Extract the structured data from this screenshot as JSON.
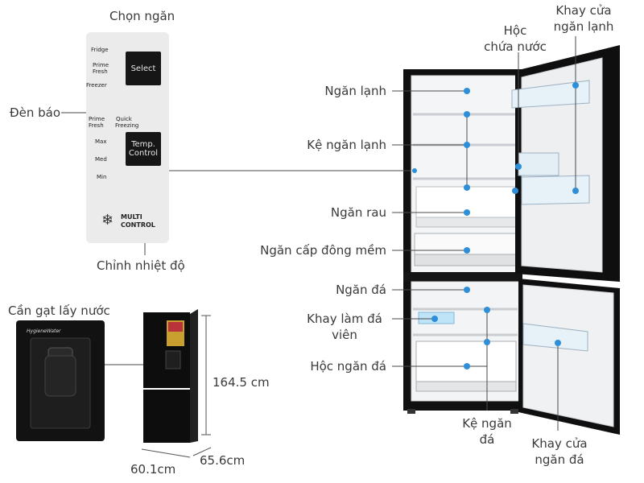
{
  "labels": {
    "chon_ngan": "Chọn ngăn",
    "den_bao": "Đèn báo",
    "chinh_nhiet_do": "Chỉnh nhiệt độ",
    "hoc_chua_nuoc_1": "Hộc",
    "hoc_chua_nuoc_2": "chứa nước",
    "khay_cua_ngan_lanh_1": "Khay cửa",
    "khay_cua_ngan_lanh_2": "ngăn lạnh",
    "ngan_lanh": "Ngăn lạnh",
    "ke_ngan_lanh": "Kệ ngăn lạnh",
    "ngan_rau": "Ngăn rau",
    "ngan_cap_dong_mem": "Ngăn cấp đông mềm",
    "ngan_da": "Ngăn đá",
    "khay_lam_da_vien_1": "Khay làm đá",
    "khay_lam_da_vien_2": "viên",
    "hoc_ngan_da": "Hộc ngăn đá",
    "ke_ngan_da_1": "Kệ ngăn",
    "ke_ngan_da_2": "đá",
    "khay_cua_ngan_da_1": "Khay cửa",
    "khay_cua_ngan_da_2": "ngăn đá",
    "can_gat_lay_nuoc": "Cần gạt lấy nước"
  },
  "dimensions": {
    "height": "164.5 cm",
    "depth": "65.6cm",
    "width": "60.1cm"
  },
  "control_panel": {
    "modes": [
      "Fridge",
      "Prime",
      "Fresh",
      "Freezer",
      "Prime",
      "Fresh",
      "Quick",
      "Freezing",
      "Max",
      "Med",
      "Min"
    ],
    "select_button": "Select",
    "temp_button_1": "Temp.",
    "temp_button_2": "Control",
    "multi_1": "MULTI",
    "multi_2": "CONTROL"
  },
  "dispenser": {
    "brand": "HygieneWater"
  },
  "colors": {
    "callout": "#2e8fd8",
    "fridge_body": "#111111",
    "panel_bg": "#ebebeb",
    "indicator_yellow": "#e8c400"
  }
}
